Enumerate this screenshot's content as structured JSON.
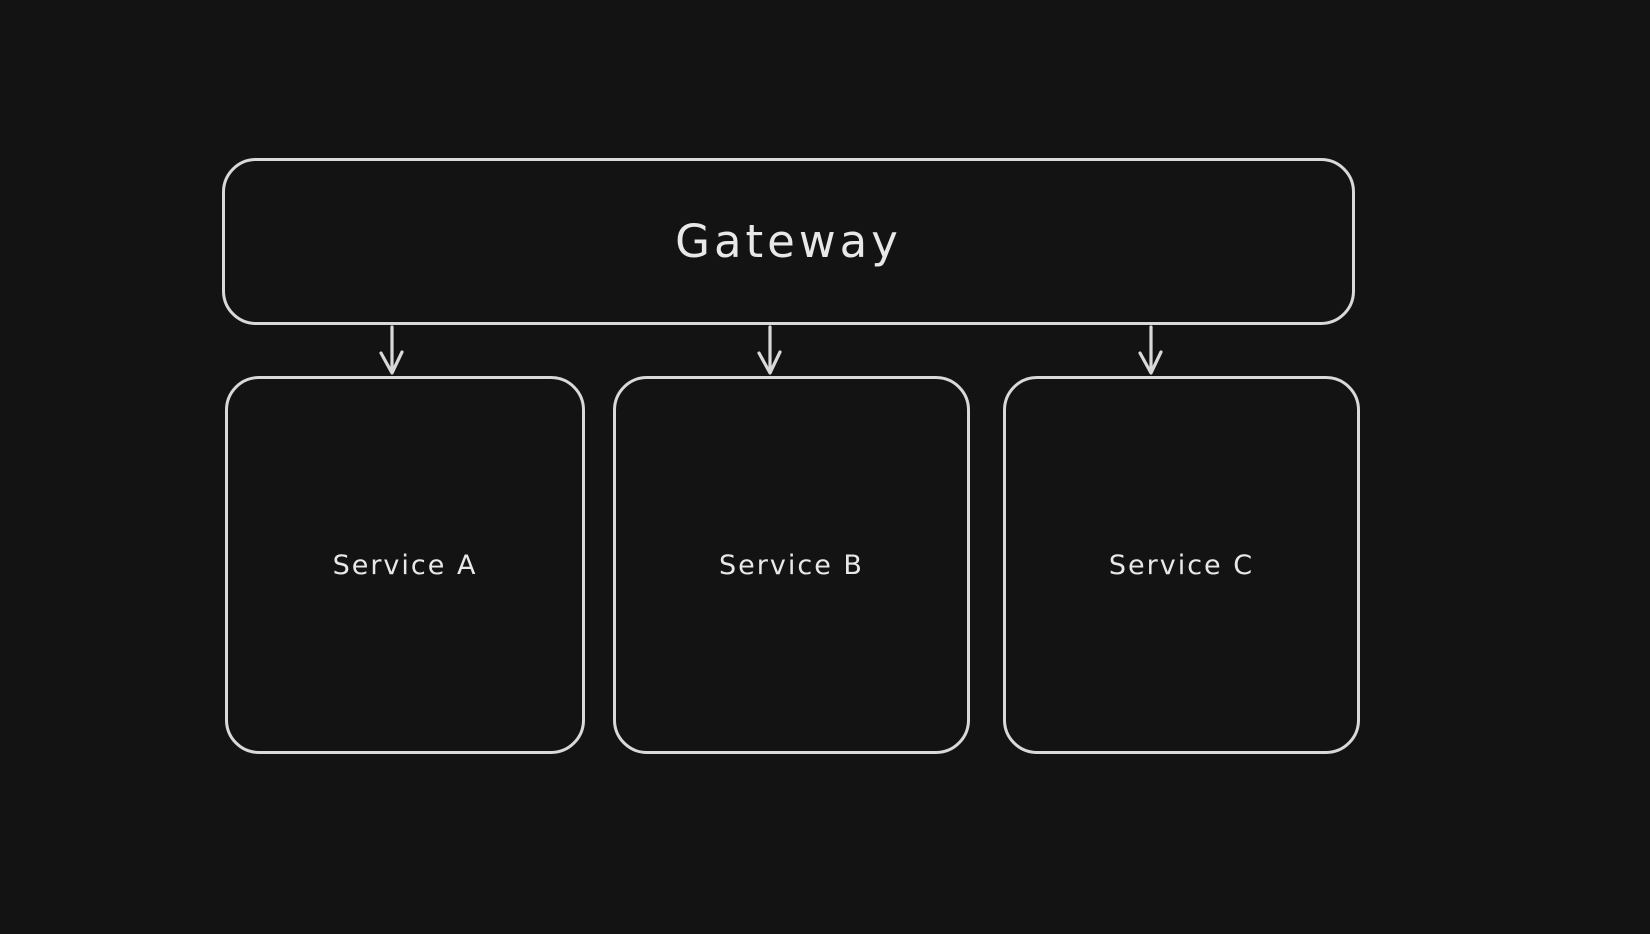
{
  "theme": {
    "canvas-bg": "#131313",
    "stroke": "#d9d9d9",
    "text-color": "#e8e8e8"
  },
  "diagram": {
    "type": "flowchart",
    "style": "hand-drawn",
    "nodes": [
      {
        "id": "gateway",
        "label": "Gateway"
      },
      {
        "id": "service-a",
        "label": "Service A"
      },
      {
        "id": "service-b",
        "label": "Service B"
      },
      {
        "id": "service-c",
        "label": "Service C"
      }
    ],
    "edges": [
      {
        "from": "gateway",
        "to": "service-a",
        "arrow": "down"
      },
      {
        "from": "gateway",
        "to": "service-b",
        "arrow": "down"
      },
      {
        "from": "gateway",
        "to": "service-c",
        "arrow": "down"
      }
    ]
  }
}
